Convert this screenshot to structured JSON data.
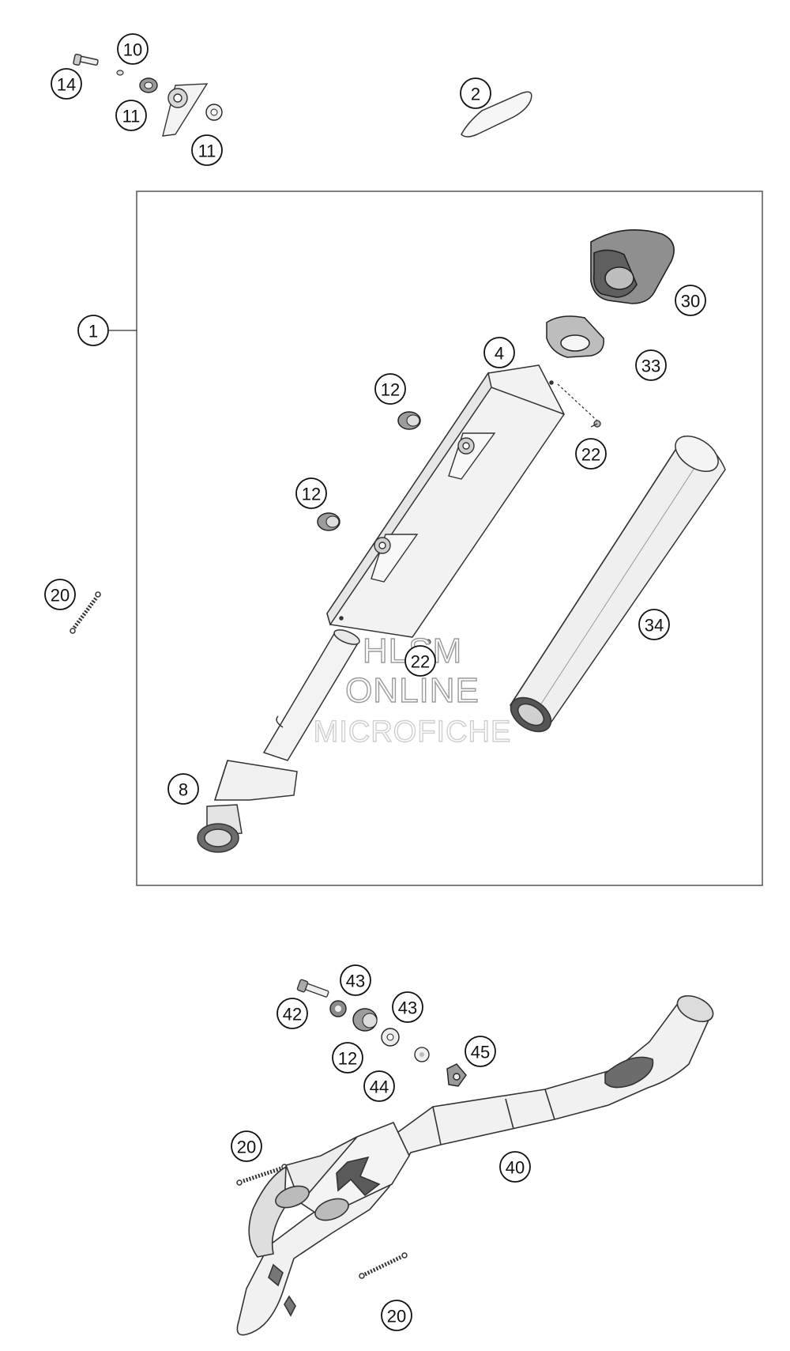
{
  "callouts": [
    {
      "id": "c1",
      "label": "1"
    },
    {
      "id": "c2",
      "label": "2"
    },
    {
      "id": "c4",
      "label": "4"
    },
    {
      "id": "c8",
      "label": "8"
    },
    {
      "id": "c10",
      "label": "10"
    },
    {
      "id": "c11a",
      "label": "11"
    },
    {
      "id": "c11b",
      "label": "11"
    },
    {
      "id": "c12a",
      "label": "12"
    },
    {
      "id": "c12b",
      "label": "12"
    },
    {
      "id": "c12c",
      "label": "12"
    },
    {
      "id": "c14",
      "label": "14"
    },
    {
      "id": "c20a",
      "label": "20"
    },
    {
      "id": "c20b",
      "label": "20"
    },
    {
      "id": "c20c",
      "label": "20"
    },
    {
      "id": "c22a",
      "label": "22"
    },
    {
      "id": "c22b",
      "label": "22"
    },
    {
      "id": "c30",
      "label": "30"
    },
    {
      "id": "c33",
      "label": "33"
    },
    {
      "id": "c34",
      "label": "34"
    },
    {
      "id": "c40",
      "label": "40"
    },
    {
      "id": "c42",
      "label": "42"
    },
    {
      "id": "c43a",
      "label": "43"
    },
    {
      "id": "c43b",
      "label": "43"
    },
    {
      "id": "c44",
      "label": "44"
    },
    {
      "id": "c45",
      "label": "45"
    }
  ],
  "watermark": {
    "line1": "HLSM",
    "line2": "ONLINE",
    "line3": "MICROFICHE"
  }
}
